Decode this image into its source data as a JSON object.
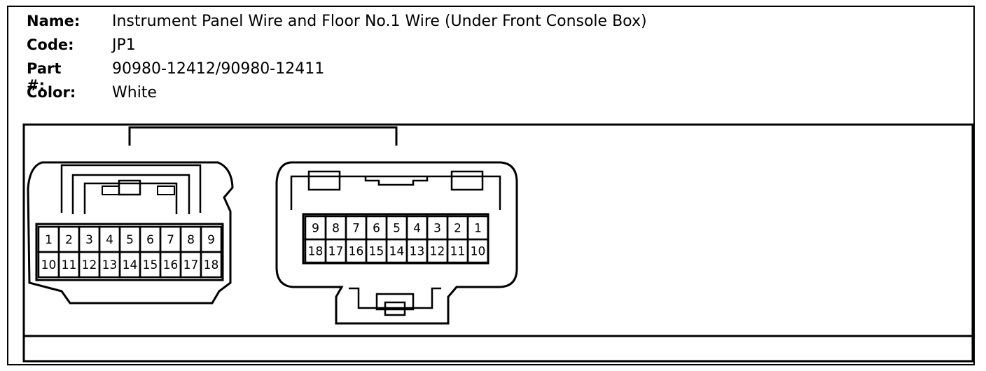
{
  "header": {
    "name_label": "Name:",
    "name_value": "Instrument Panel Wire and Floor No.1 Wire (Under Front Console Box)",
    "code_label": "Code:",
    "code_value": "JP1",
    "part_label": "Part #:",
    "part_value": "90980-12412/90980-12411",
    "color_label": "Color:",
    "color_value": "White"
  },
  "connectors": {
    "left": {
      "top_row": [
        "1",
        "2",
        "3",
        "4",
        "5",
        "6",
        "7",
        "8",
        "9"
      ],
      "bottom_row": [
        "10",
        "11",
        "12",
        "13",
        "14",
        "15",
        "16",
        "17",
        "18"
      ]
    },
    "right": {
      "top_row": [
        "9",
        "8",
        "7",
        "6",
        "5",
        "4",
        "3",
        "2",
        "1"
      ],
      "bottom_row": [
        "18",
        "17",
        "16",
        "15",
        "14",
        "13",
        "12",
        "11",
        "10"
      ]
    }
  }
}
